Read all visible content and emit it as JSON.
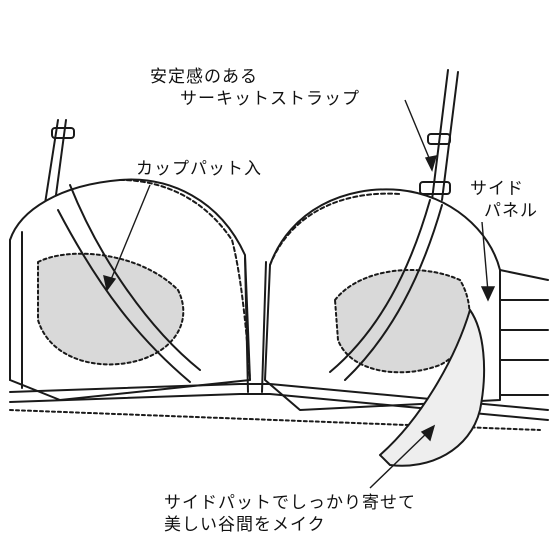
{
  "labels": {
    "strap": {
      "line1": "安定感のある",
      "line2": "サーキットストラップ"
    },
    "cup_pad": "カップパット入",
    "side_panel": {
      "line1": "サイド",
      "line2": "パネル"
    },
    "side_pad": {
      "line1": "サイドパットでしっかり寄せて",
      "line2": "美しい谷間をメイク"
    }
  },
  "colors": {
    "line": "#1a1a1a",
    "pad_fill": "#d9d9d9",
    "cup_fill": "#ffffff",
    "background": "#ffffff"
  }
}
